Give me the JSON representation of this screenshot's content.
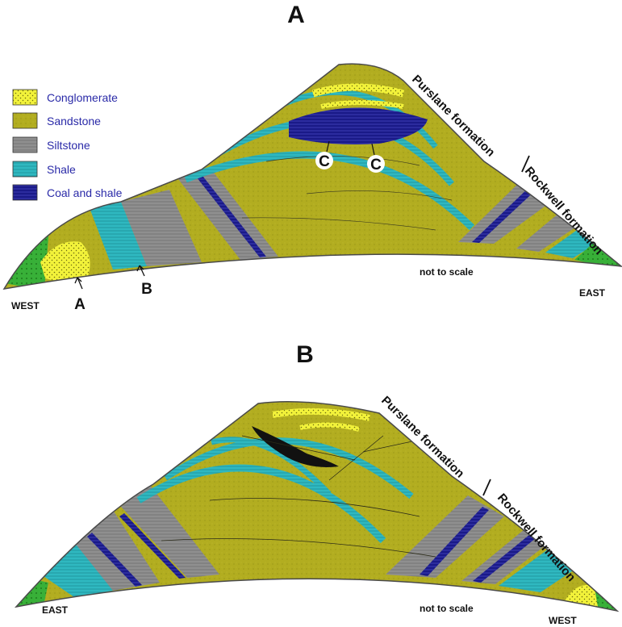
{
  "colors": {
    "conglomerate": "#f2f23a",
    "sandstone": "#b2ad20",
    "siltstone": "#8f8f8f",
    "shale": "#2fb8c0",
    "coal": "#1a1a88",
    "vegetation": "#38b038",
    "outline": "#4a4a4a"
  },
  "legend": [
    {
      "key": "conglomerate",
      "label": "Conglomerate"
    },
    {
      "key": "sandstone",
      "label": "Sandstone"
    },
    {
      "key": "siltstone",
      "label": "Siltstone"
    },
    {
      "key": "shale",
      "label": "Shale"
    },
    {
      "key": "coal",
      "label": "Coal and shale"
    }
  ],
  "panel_a": {
    "title": "A",
    "west_label": "WEST",
    "east_label": "EAST",
    "marker_a": "A",
    "marker_b": "B",
    "marker_c1": "C",
    "marker_c2": "C",
    "upper_formation": "Purslane formation",
    "lower_formation": "Rockwell formation",
    "note": "not to scale"
  },
  "panel_b": {
    "title": "B",
    "west_label": "WEST",
    "east_label": "EAST",
    "upper_formation": "Purslane formation",
    "lower_formation": "Rockwell formation",
    "note": "not to scale"
  }
}
